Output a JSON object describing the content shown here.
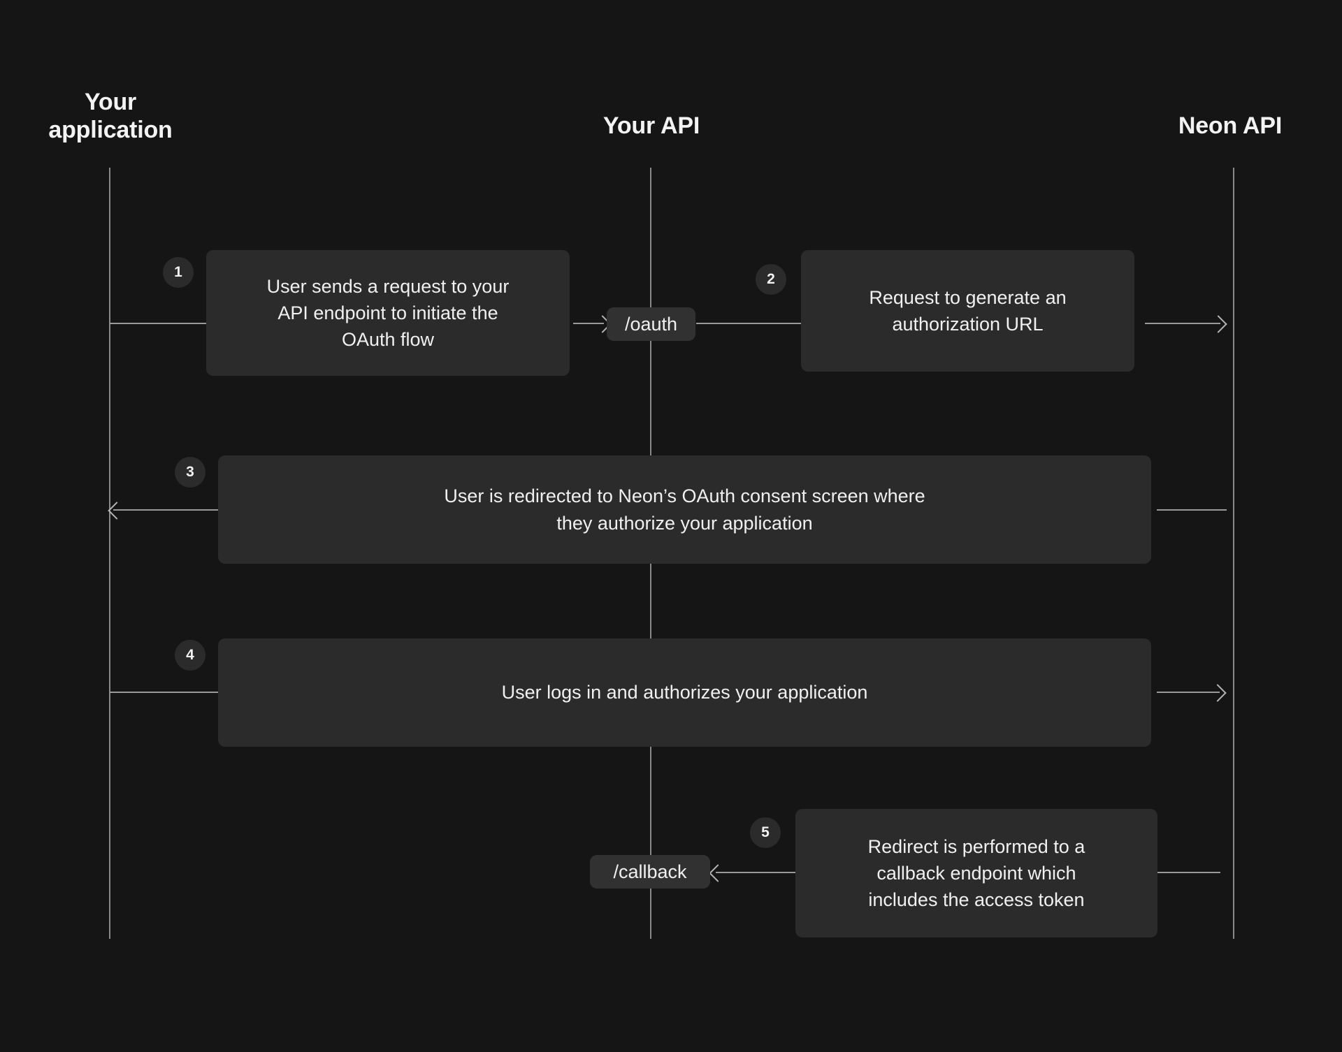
{
  "diagram": {
    "title": "Neon OAuth flow sequence diagram",
    "background_color": "#151515",
    "box_color": "#2b2b2b",
    "pill_color": "#313131",
    "line_color": "#9a9a9a",
    "text_color": "#f0f0f0"
  },
  "lifelines": [
    {
      "id": "your-application",
      "label": "Your\napplication"
    },
    {
      "id": "your-api",
      "label": "Your API"
    },
    {
      "id": "neon-api",
      "label": "Neon API"
    }
  ],
  "endpoints": [
    {
      "id": "oauth-endpoint",
      "label": "/oauth"
    },
    {
      "id": "callback-endpoint",
      "label": "/callback"
    }
  ],
  "steps": [
    {
      "number": "1",
      "id": "step-1",
      "text": "User sends a request to your\nAPI endpoint to initiate the\nOAuth flow",
      "from": "your-application",
      "to": "your-api",
      "direction": "right"
    },
    {
      "number": "2",
      "id": "step-2",
      "text": "Request to generate an\nauthorization URL",
      "from": "your-api",
      "to": "neon-api",
      "direction": "right"
    },
    {
      "number": "3",
      "id": "step-3",
      "text": "User is redirected to Neon’s OAuth consent screen where\nthey authorize your application",
      "from": "neon-api",
      "to": "your-application",
      "direction": "left"
    },
    {
      "number": "4",
      "id": "step-4",
      "text": "User logs in and authorizes your application",
      "from": "your-application",
      "to": "neon-api",
      "direction": "right"
    },
    {
      "number": "5",
      "id": "step-5",
      "text": "Redirect is performed to a\ncallback endpoint which\nincludes the access token",
      "from": "neon-api",
      "to": "your-api",
      "direction": "left"
    }
  ]
}
